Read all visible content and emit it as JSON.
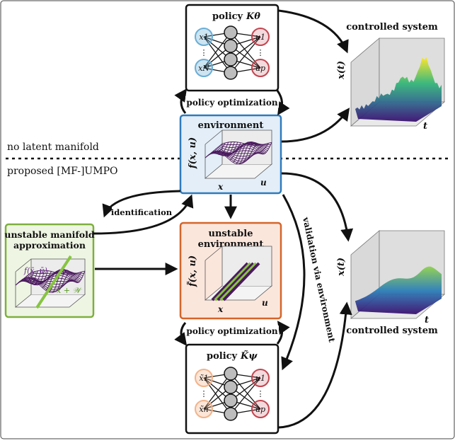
{
  "diagram": {
    "top_region_label": "no latent manifold",
    "bottom_region_label": "proposed [MF-]UMPO",
    "policy_top": {
      "title": "policy",
      "symbol": "Kθ",
      "inputs": [
        "x1",
        "⋮",
        "xN"
      ],
      "outputs": [
        "u1",
        "⋮",
        "up"
      ]
    },
    "policy_bottom": {
      "title": "policy",
      "symbol": "K̃ψ",
      "inputs": [
        "x̃1",
        "⋮",
        "x̃n"
      ],
      "outputs": [
        "u1",
        "⋮",
        "up"
      ]
    },
    "environment": {
      "title": "environment",
      "ylabel": "f(x, u)",
      "xlabel": "x",
      "zlabel": "u"
    },
    "unstable_environment": {
      "title_line1": "unstable",
      "title_line2": "environment",
      "ylabel": "f̃(x, u)",
      "xlabel": "x",
      "zlabel": "u"
    },
    "manifold": {
      "title_line1": "unstable manifold",
      "title_line2": "approximation",
      "curve_label": "f(x̄, ū)",
      "line_label": "x̄ + 𝒲"
    },
    "controlled_top": {
      "title": "controlled system",
      "ylabel": "x(t)",
      "xlabel": "t"
    },
    "controlled_bottom": {
      "title": "controlled system",
      "ylabel": "x(t)",
      "xlabel": "t"
    },
    "arrows": {
      "policy_optimization_top": "policy optimization",
      "policy_optimization_bottom": "policy optimization",
      "identification": "identification",
      "validation": "validation via environment"
    },
    "colors": {
      "env_border": "#2e7bbd",
      "env_fill": "#e3eef8",
      "unstable_border": "#d5652a",
      "unstable_fill": "#fbe6dc",
      "manifold_border": "#7db03d",
      "manifold_fill": "#eef5e3",
      "input_node_top": "#6aaed6",
      "input_node_bottom": "#f2b38a",
      "output_node": "#c3454f",
      "hidden_node": "#bdbdbd",
      "surface": "#4b1a5e",
      "manifold_line": "#86c540"
    }
  }
}
